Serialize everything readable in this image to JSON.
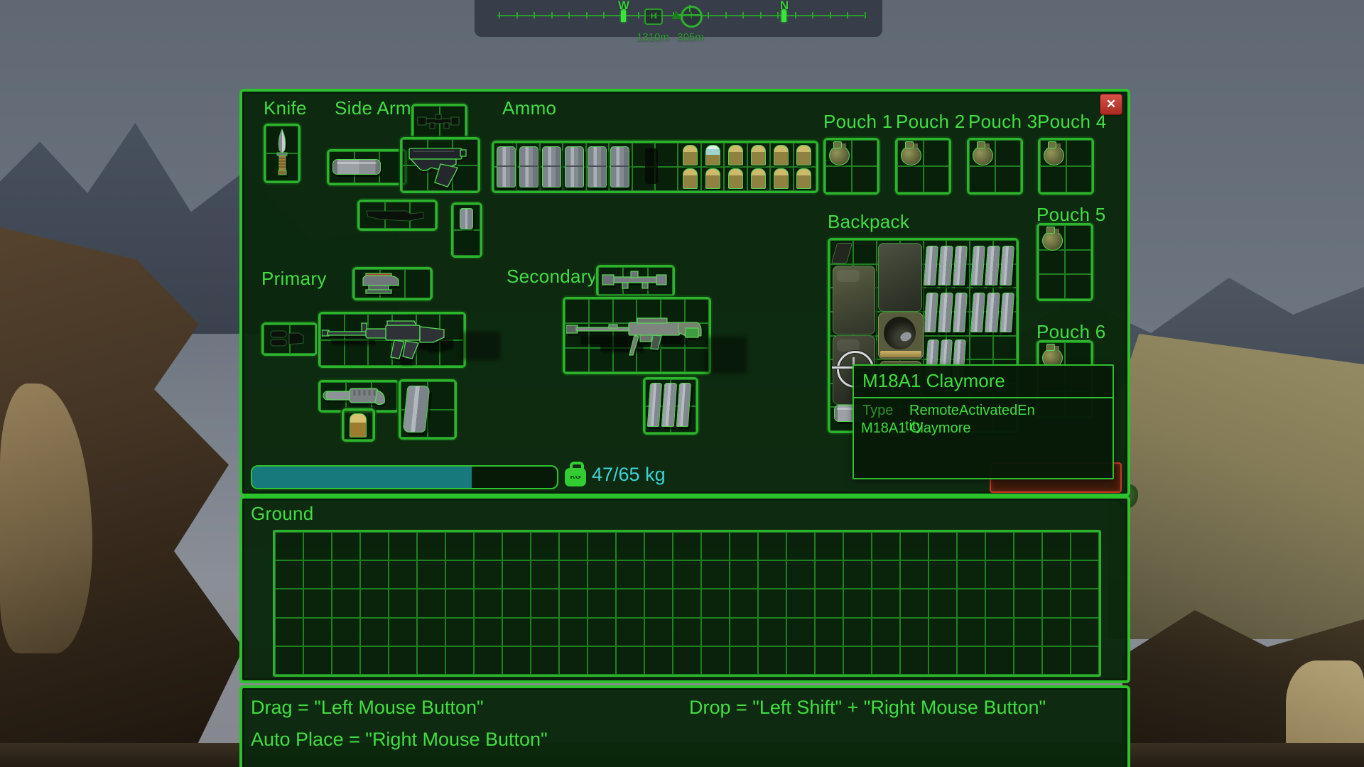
{
  "compass": {
    "west": "W",
    "north": "N",
    "hud_marker": "H",
    "distance_primary": "1310m",
    "distance_secondary": "305m"
  },
  "inventory": {
    "labels": {
      "knife": "Knife",
      "side_arm": "Side Arm",
      "ammo": "Ammo",
      "primary": "Primary",
      "secondary": "Secondary",
      "backpack": "Backpack",
      "ground": "Ground"
    },
    "pouch_labels": [
      "Pouch 1",
      "Pouch 2",
      "Pouch 3",
      "Pouch 4",
      "Pouch 5",
      "Pouch 6"
    ],
    "close_glyph": "✕",
    "weight": {
      "display": "47/65 kg",
      "current_kg": 47,
      "capacity_kg": 65,
      "fill_percent": 72,
      "badge": "KG"
    },
    "item_counts": {
      "rifle_magazines": 6,
      "shells": 12,
      "smoke_shells": 1,
      "grenades_in_pouches": 6,
      "backpack_mag_bundles": 5
    }
  },
  "tooltip": {
    "title": "M18A1 Claymore",
    "type_label": "Type",
    "type_value": "RemoteActivatedEn",
    "type_value_overflow": "tity",
    "item_name": "M18A1 Claymore"
  },
  "help": {
    "drag": "Drag = \"Left Mouse Button\"",
    "drop": "Drop = \"Left Shift\" + \"Right Mouse Button\"",
    "auto_place": "Auto Place = \"Right Mouse Button\""
  },
  "colors": {
    "accent_green": "#2ecc2e",
    "label_green": "#43dc43",
    "dim_green": "#2e8f2e",
    "cyan": "#3bd4d6",
    "bar_fill_teal": "#18797d",
    "alert_red": "#d03226",
    "panel_bg": "#0a2a0c"
  }
}
